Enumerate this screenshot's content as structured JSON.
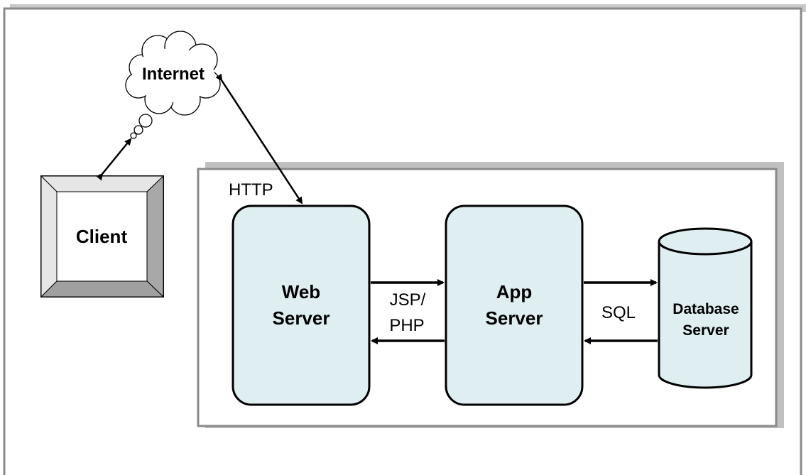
{
  "diagram": {
    "nodes": {
      "internet": {
        "label": "Internet"
      },
      "client": {
        "label": "Client"
      },
      "web_server": {
        "label_line1": "Web",
        "label_line2": "Server"
      },
      "app_server": {
        "label_line1": "App",
        "label_line2": "Server"
      },
      "database_server": {
        "label_line1": "Database",
        "label_line2": "Server"
      }
    },
    "edge_labels": {
      "http": "HTTP",
      "jsp_php_line1": "JSP/",
      "jsp_php_line2": "PHP",
      "sql": "SQL"
    },
    "colors": {
      "server_fill": "#dfeef1",
      "frame_border": "#888888",
      "frame_shadow": "#c0c0c0",
      "client_bevel_light": "#e6e6e6",
      "client_bevel_dark": "#a0a0a0"
    }
  }
}
